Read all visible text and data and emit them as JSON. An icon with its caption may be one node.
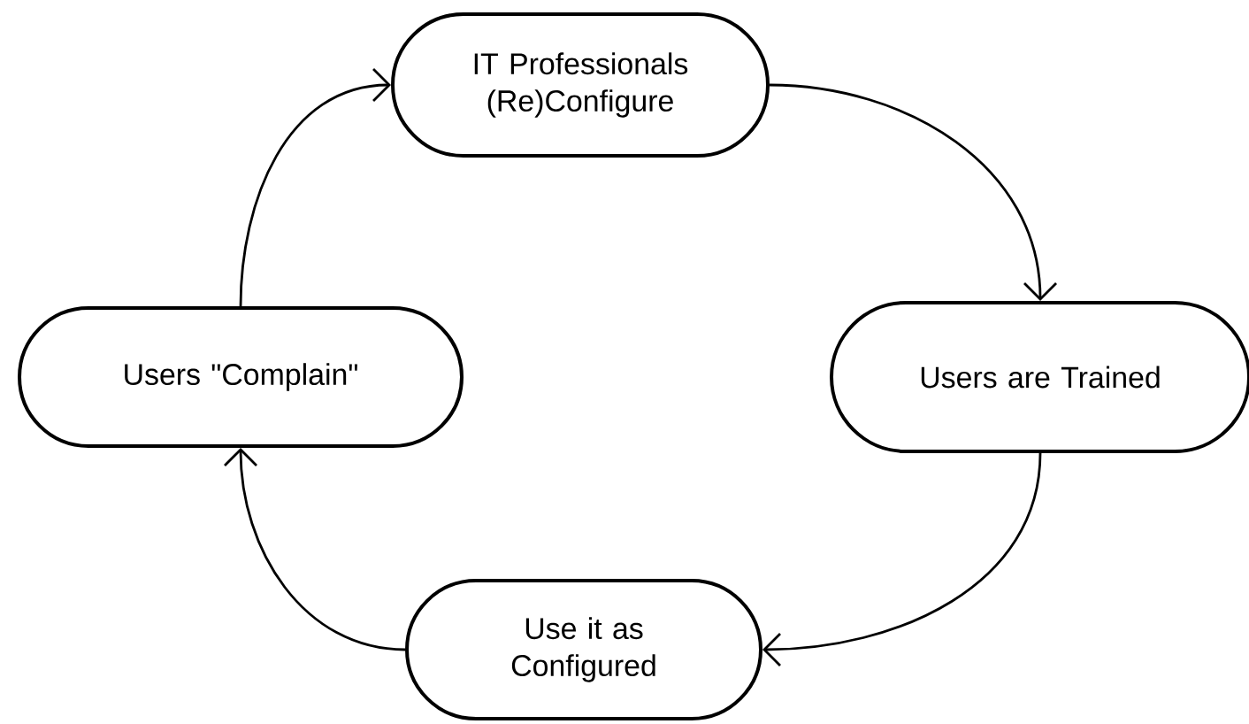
{
  "diagram": {
    "nodes": [
      {
        "text": [
          "IT Professionals (Re)Configure"
        ]
      },
      {
        "text": [
          "Users are Trained"
        ]
      },
      {
        "text": [
          "Use it as Configured"
        ]
      },
      {
        "text": [
          "Users \"Complain\""
        ]
      }
    ],
    "edges": [
      {
        "from": 0,
        "to": 1,
        "arrow": "to"
      },
      {
        "from": 1,
        "to": 2,
        "arrow": "to"
      },
      {
        "from": 2,
        "to": 3,
        "arrow": "to"
      },
      {
        "from": 3,
        "to": 0,
        "arrow": "to"
      }
    ]
  }
}
